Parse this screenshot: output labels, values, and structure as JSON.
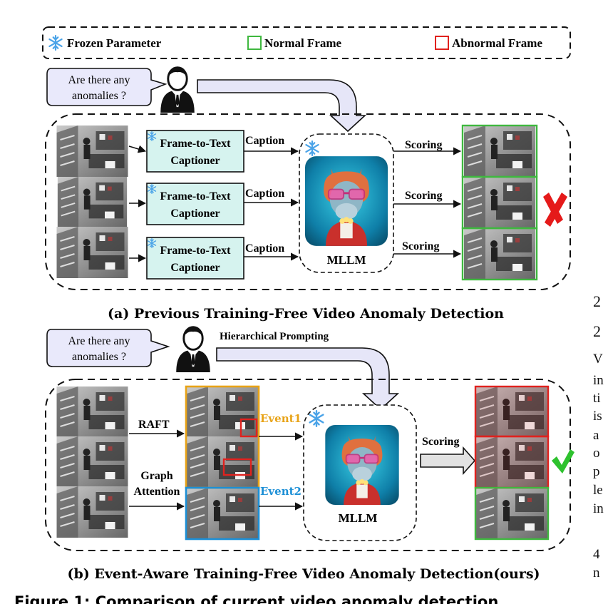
{
  "legend": {
    "frozen": "Frozen Parameter",
    "normal": "Normal Frame",
    "abnormal": "Abnormal Frame"
  },
  "colors": {
    "normal_frame": "#3fb83f",
    "abnormal_frame": "#e0221e",
    "event1": "#e8a317",
    "event2": "#1c8fd6",
    "captioner_fill": "#d6f3ef",
    "bubble_fill": "#e9e9fb",
    "arrow_fill": "#e6e6f8",
    "cross": "#e51a1a",
    "check": "#2ec22e"
  },
  "panel_a": {
    "question": [
      "Are there any",
      "anomalies ?"
    ],
    "captioner": [
      "Frame-to-Text",
      "Captioner"
    ],
    "caption": "Caption",
    "scoring": "Scoring",
    "model": "MLLM",
    "caption_text": "(a) Previous Training-Free Video Anomaly Detection"
  },
  "panel_b": {
    "question": [
      "Are there any",
      "anomalies ?"
    ],
    "prompting": "Hierarchical Prompting",
    "raft": "RAFT",
    "graph": [
      "Graph",
      "Attention"
    ],
    "event1": "Event1",
    "event2": "Event2",
    "scoring": "Scoring",
    "model": "MLLM",
    "caption_text": "(b) Event-Aware Training-Free Video Anomaly Detection(ours)"
  },
  "figure_caption": "Figure 1: Comparison of current video anomaly detection",
  "side_letters": [
    "2",
    "2",
    "V",
    "in",
    "ti",
    "is",
    "a",
    "o",
    "p",
    "le",
    "in",
    "4",
    "n"
  ]
}
